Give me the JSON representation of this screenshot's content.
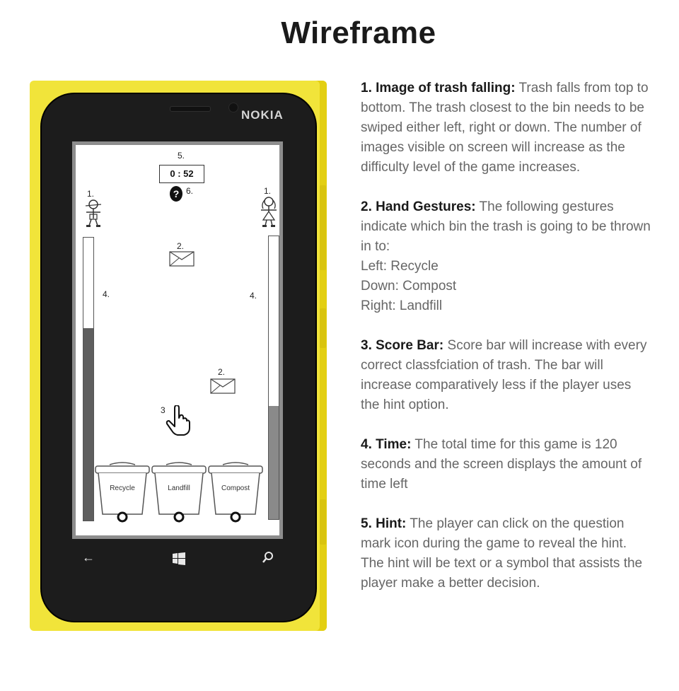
{
  "title": "Wireframe",
  "phone": {
    "brand": "NOKIA",
    "nav": {
      "back_icon": "back-arrow-icon",
      "home_icon": "windows-logo-icon",
      "search_icon": "search-icon"
    }
  },
  "game": {
    "timer_label": "5.",
    "timer_value": "0 : 52",
    "hint_glyph": "?",
    "hint_label": "6.",
    "player_left_label": "1.",
    "player_right_label": "1.",
    "trash_top_label": "2.",
    "trash_bottom_label": "2.",
    "bar_left_label": "4.",
    "bar_right_label": "4.",
    "gesture_label": "3",
    "score_left": 0.68,
    "score_right": 0.4,
    "bins": [
      "Recycle",
      "Landfill",
      "Compost"
    ]
  },
  "notes": [
    {
      "heading": "1. Image of trash falling:",
      "text": "Trash falls from top to bottom. The trash closest to the bin needs to be swiped either left, right or down. The number of images visible on screen will increase as the difficulty level of the game increases.",
      "lines": []
    },
    {
      "heading": "2. Hand Gestures:",
      "text": "The following gestures indicate which bin the trash is going to be thrown in to:",
      "lines": [
        "Left: Recycle",
        "Down: Compost",
        "Right: Landfill"
      ]
    },
    {
      "heading": "3. Score Bar:",
      "text": "Score bar will increase with every correct classfciation of trash. The bar will increase comparatively less if the player uses the hint option.",
      "lines": []
    },
    {
      "heading": "4. Time:",
      "text": "The total time for this game is 120 seconds and the screen displays the amount of time left",
      "lines": []
    },
    {
      "heading": "5. Hint:",
      "text": "The player can click on the question mark icon during the game to reveal the hint. The hint will be text or a symbol that assists the player make a better decision.",
      "lines": []
    }
  ]
}
